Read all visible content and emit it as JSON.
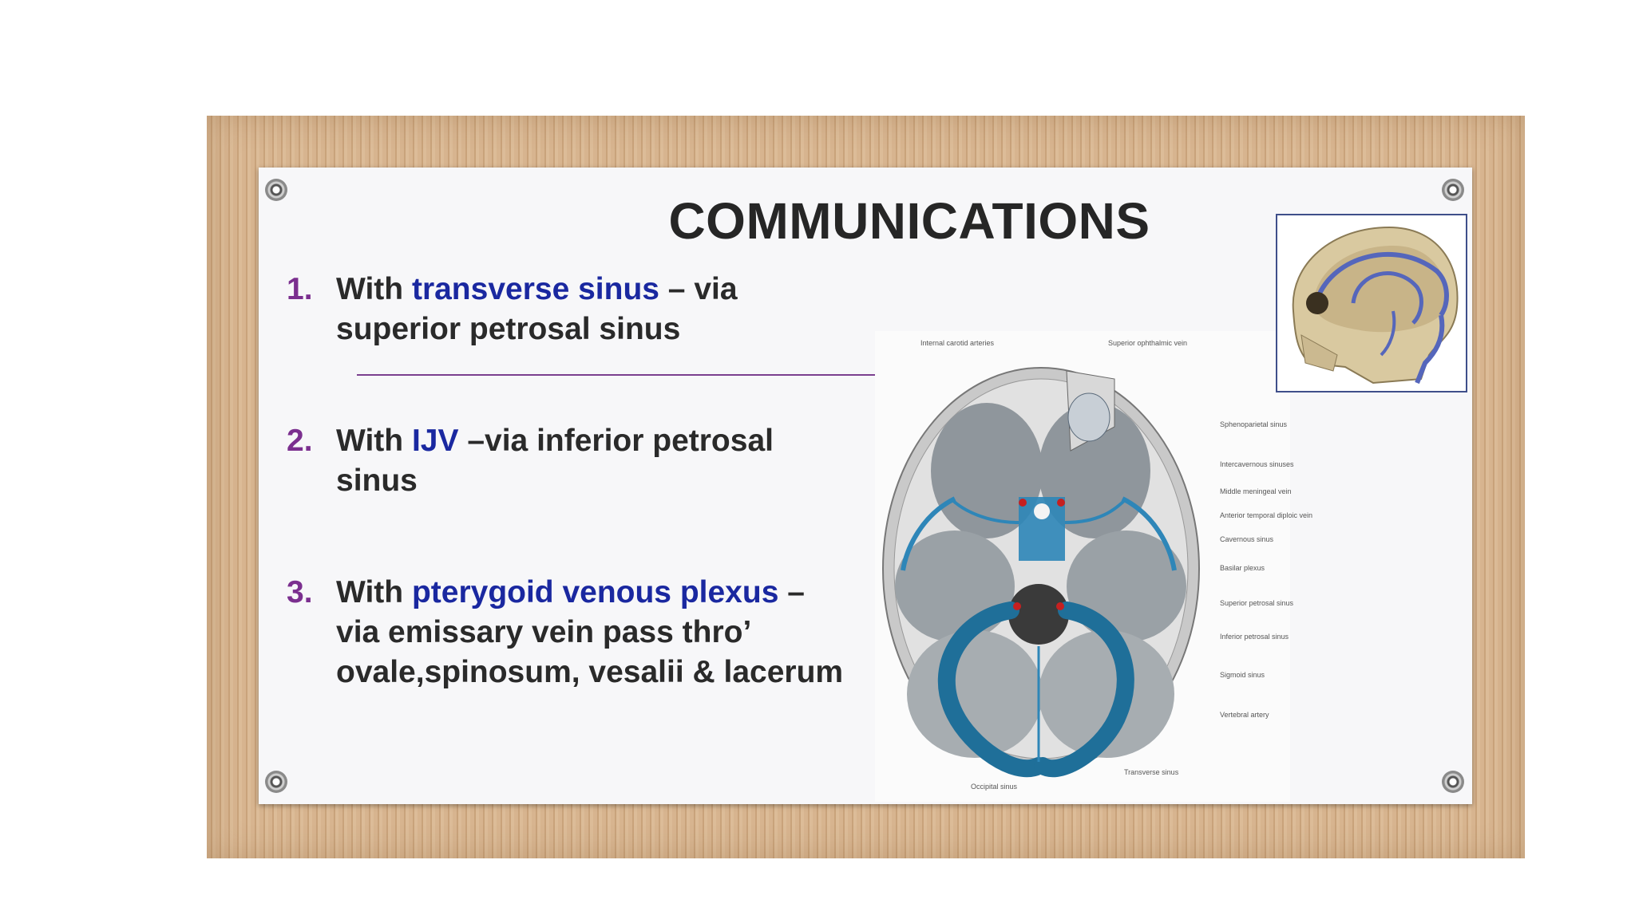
{
  "slide": {
    "title": "COMMUNICATIONS",
    "items": [
      {
        "number": "1.",
        "prefix": "With ",
        "highlight": "transverse sinus",
        "suffix": " – via superior petrosal sinus"
      },
      {
        "number": "2.",
        "prefix": "With ",
        "highlight": "IJV",
        "suffix": " –via inferior petrosal sinus"
      },
      {
        "number": "3.",
        "prefix": "With ",
        "highlight": "pterygoid venous plexus",
        "suffix": " – via emissary vein pass thro’ ovale,spinosum, vesalii & lacerum"
      }
    ]
  },
  "figure_labels": {
    "internal_carotid": "Internal carotid arteries",
    "superior_ophthalmic": "Superior ophthalmic vein",
    "sphenoparietal": "Sphenoparietal sinus",
    "intercavernous": "Intercavernous sinuses",
    "middle_meningeal": "Middle meningeal vein",
    "anterior_temporal": "Anterior temporal diploic vein",
    "cavernous": "Cavernous sinus",
    "basilar": "Basilar plexus",
    "superior_petrosal": "Superior petrosal sinus",
    "inferior_petrosal": "Inferior petrosal sinus",
    "sigmoid": "Sigmoid sinus",
    "vertebral": "Vertebral artery",
    "transverse": "Transverse sinus",
    "occipital": "Occipital sinus"
  },
  "colors": {
    "number": "#7b2f8f",
    "highlight": "#1a28a0",
    "vein": "#2e86b8",
    "divider": "#7b3f8f"
  }
}
